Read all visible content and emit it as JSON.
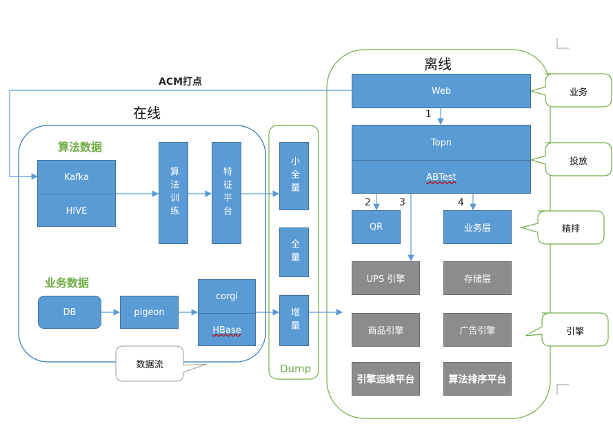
{
  "online": {
    "title": "在线",
    "algo_data_title": "算法数据",
    "biz_data_title": "业务数据",
    "kafka": "Kafka",
    "hive": "HIVE",
    "algo_train": "算法训练",
    "feature_platform": "特征平台",
    "db": "DB",
    "pigeon": "pigeon",
    "corgi": "corgi",
    "hbase": "HBase",
    "dataflow_callout": "数据流"
  },
  "dump": {
    "label": "Dump",
    "small_full": "小全量",
    "full": "全量",
    "incremental": "增量"
  },
  "offline": {
    "title": "离线",
    "web": "Web",
    "topn": "Topn",
    "abtest": "ABTest",
    "qr": "QR",
    "biz_layer": "业务层",
    "ups_engine": "UPS 引擎",
    "storage_layer": "存储层",
    "product_engine": "商品引擎",
    "ad_engine": "广告引擎",
    "engine_ops": "引擎运维平台",
    "algo_ranking": "算法排序平台"
  },
  "arrows": {
    "acm": "ACM打点",
    "n1": "1",
    "n2": "2",
    "n3": "3",
    "n4": "4"
  },
  "callouts": {
    "business": "业务",
    "delivery": "投放",
    "fine_rank": "精排",
    "engine": "引擎"
  }
}
